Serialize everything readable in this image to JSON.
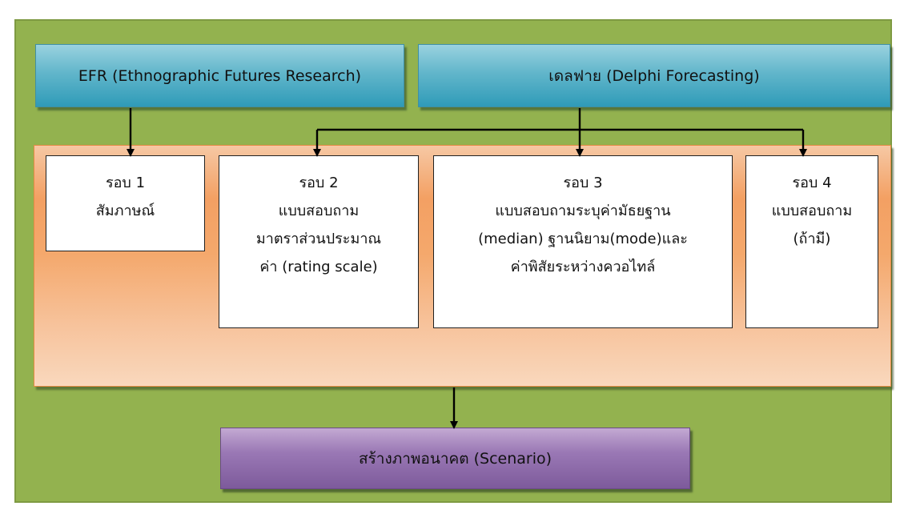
{
  "sources": {
    "efr_label": "EFR (Ethnographic Futures Research)",
    "delphi_label": "เดลฟาย (Delphi Forecasting)"
  },
  "rounds": [
    {
      "title": "รอบ 1",
      "lines": [
        "สัมภาษณ์"
      ]
    },
    {
      "title": "รอบ 2",
      "lines": [
        "แบบสอบถาม",
        "มาตราส่วนประมาณ",
        "ค่า (rating scale)"
      ]
    },
    {
      "title": "รอบ 3",
      "lines": [
        "แบบสอบถามระบุค่ามัธยฐาน",
        "(median) ฐานนิยาม(mode)และ",
        "ค่าพิสัยระหว่างควอไทล์"
      ]
    },
    {
      "title": "รอบ 4",
      "lines": [
        "แบบสอบถาม",
        "(ถ้ามี)"
      ]
    }
  ],
  "output": {
    "scenario_label": "สร้างภาพอนาคต (Scenario)"
  },
  "colors": {
    "background_green": "#93b24f",
    "source_blue": "#4fb0c8",
    "rounds_orange": "#f3a063",
    "output_purple": "#8a68a8"
  }
}
